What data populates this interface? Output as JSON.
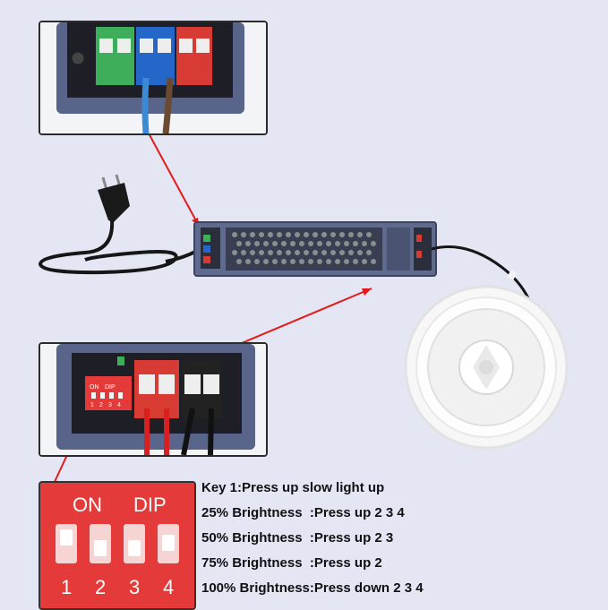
{
  "dip_switch": {
    "label_on": "ON",
    "label_dip": "DIP",
    "numbers": [
      "1",
      "2",
      "3",
      "4"
    ]
  },
  "instructions": [
    "Key 1:Press up slow light up",
    "25% Brightness  :Press up 2 3 4",
    "50% Brightness  :Press up 2 3",
    "75% Brightness  :Press up 2",
    "100% Brightness:Press down 2 3 4"
  ],
  "colors": {
    "background": "#e4e6f4",
    "driver_body": "#5f6a8f",
    "terminal_green": "#3fae5b",
    "terminal_blue": "#2467c9",
    "terminal_red": "#d83a34",
    "dip_red": "#e53a3a",
    "pointer_red": "#e21b1b"
  },
  "icons": [
    "power-plug-icon",
    "led-strip-reel-icon",
    "dip-switch-icon"
  ]
}
